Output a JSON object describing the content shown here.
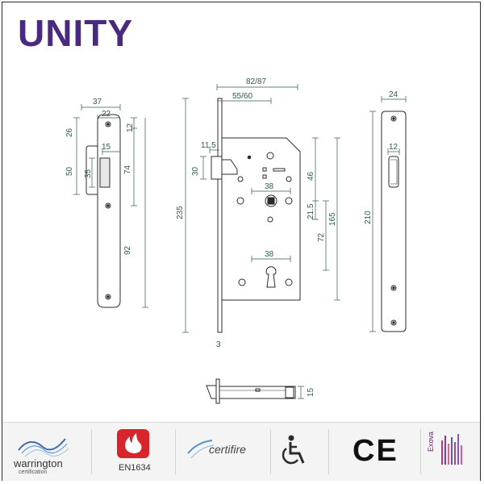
{
  "brand": {
    "name": "UNITY",
    "color": "#4a2a7f"
  },
  "dimensions": {
    "strike_width": "37",
    "strike_inner_width": "22",
    "strike_top": "26",
    "strike_opening": "50",
    "strike_tab_width": "15",
    "strike_tab_height": "35",
    "strike_top_offset": "12",
    "strike_latch_span": "74",
    "strike_lower": "92",
    "overall_depth": "82/87",
    "backset": "55/60",
    "forend_thickness": "3",
    "overall_height": "235",
    "latch_offset": "11.5",
    "latch_height": "30",
    "spindle_size": "38",
    "spindle_to_top": "46",
    "spindle_to_cylinder": "21.5",
    "cylinder_spacing": "72",
    "lock_height": "165",
    "cylinder_size": "38",
    "faceplate_width": "24",
    "faceplate_slot": "12",
    "faceplate_height": "210",
    "bolt_height": "15"
  },
  "colors": {
    "line": "#2b2b2b",
    "dimension": "#2e5a52",
    "warrington": "#3f6fb0",
    "fire": "#d7262b",
    "certifire": "#5a8fc8"
  },
  "certifications": [
    {
      "name": "warrington",
      "sub": "certification",
      "icon": "warrington-wave-icon"
    },
    {
      "name": "EN1634",
      "icon": "flame-icon"
    },
    {
      "name": "certifire",
      "icon": "certifire-swoosh-icon"
    },
    {
      "name": "",
      "icon": "wheelchair-icon"
    },
    {
      "name": "CE",
      "icon": "ce-mark-icon"
    },
    {
      "name": "Exova",
      "icon": "exova-bars-icon"
    }
  ]
}
